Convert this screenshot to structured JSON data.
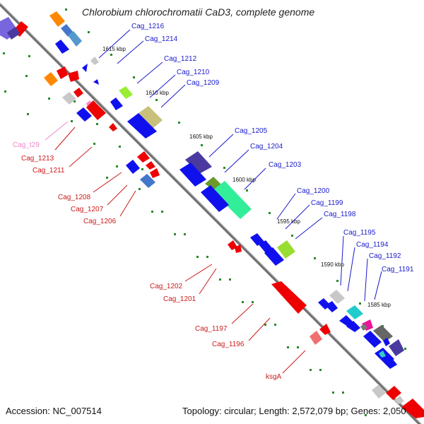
{
  "header": {
    "title": "Chlorobium chlorochromatii CaD3, complete genome"
  },
  "footer": {
    "accession": "Accession: NC_007514",
    "topology": "Topology: circular; Length: 2,572,079 bp; Genes: 2,050"
  },
  "scale_ticks": [
    "1615 kbp",
    "1610 kbp",
    "1605 kbp",
    "1600 kbp",
    "1595 kbp",
    "1590 kbp",
    "1585 kbp"
  ],
  "gene_labels_forward": [
    "Cag_1216",
    "Cag_1214",
    "Cag_1212",
    "Cag_1210",
    "Cag_1209",
    "Cag_1205",
    "Cag_1204",
    "Cag_1203",
    "Cag_1200",
    "Cag_1199",
    "Cag_1198",
    "Cag_1195",
    "Cag_1194",
    "Cag_1192",
    "Cag_1191"
  ],
  "gene_labels_reverse": [
    "Cag_t29",
    "Cag_1213",
    "Cag_1211",
    "Cag_1208",
    "Cag_1207",
    "Cag_1206",
    "Cag_1202",
    "Cag_1201",
    "Cag_1197",
    "Cag_1196",
    "ksgA"
  ],
  "colors": {
    "forward_label": "#1a1acc",
    "reverse_label": "#cc1a1a",
    "trna_label": "#ee88cc",
    "backbone": "#777777",
    "tick_dots": "#2a8a2a"
  }
}
